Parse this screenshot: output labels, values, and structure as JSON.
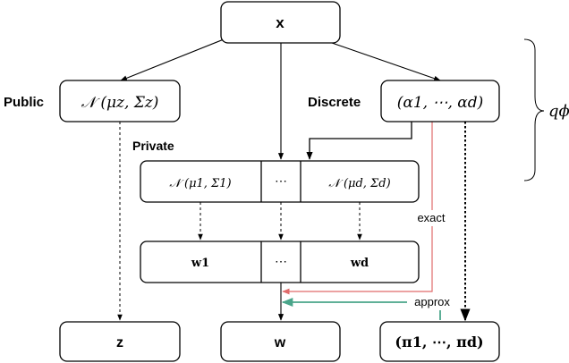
{
  "nodes": {
    "x": "x",
    "public_dist": "𝒩 (μz, Σz)",
    "discrete_dist": "(α1, ⋯, αd)",
    "private_dist_1": "𝒩 (μ1, Σ1)",
    "private_ellipsis": "⋯",
    "private_dist_d": "𝒩 (μd, Σd)",
    "w1": "w1",
    "w_ellipsis": "⋯",
    "wd": "wd",
    "z": "z",
    "w": "w",
    "pi": "(π1, ⋯, πd)"
  },
  "labels": {
    "public": "Public",
    "discrete": "Discrete",
    "private": "Private",
    "exact": "exact",
    "approx": "approx",
    "q_phi": "qϕ"
  },
  "colors": {
    "exact": "#e06b6b",
    "approx": "#4aa58a",
    "line": "#000000"
  }
}
